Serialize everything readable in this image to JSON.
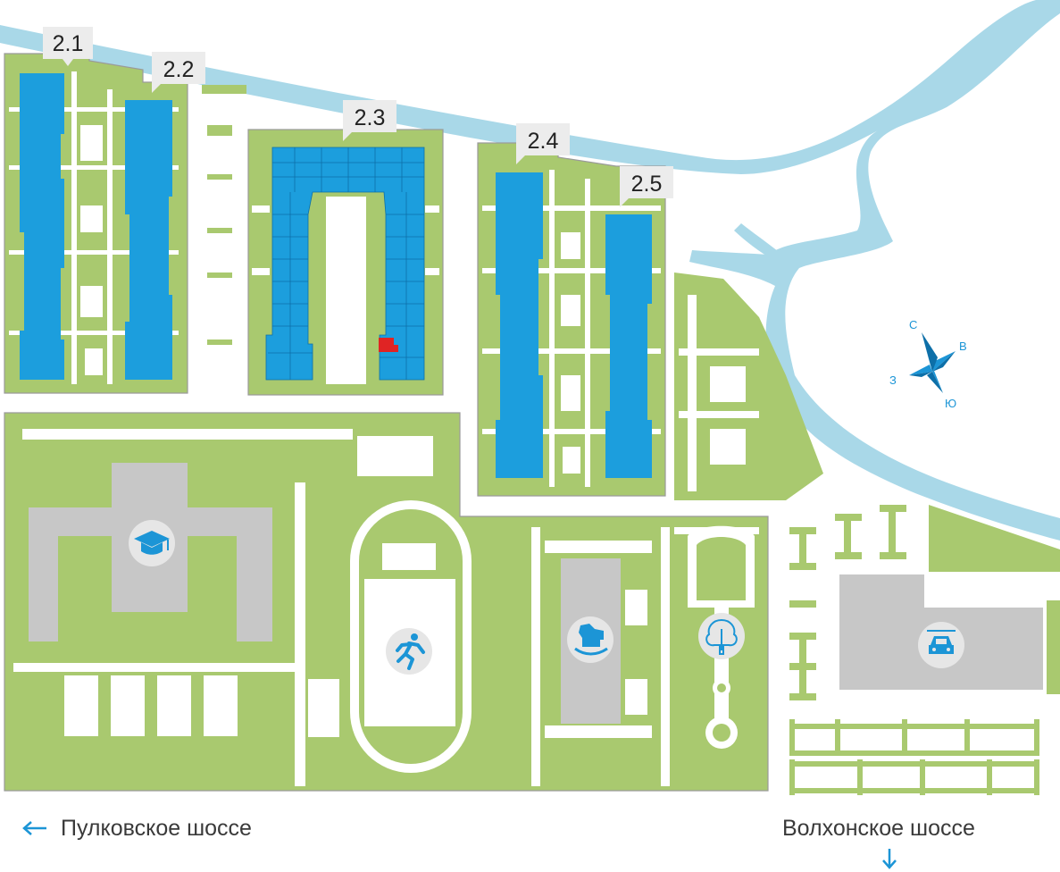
{
  "colors": {
    "green": "#a9c96f",
    "green_light": "#bcd58a",
    "path": "#ffffff",
    "building_blue": "#1c9edd",
    "building_outline": "#0d6fa8",
    "water": "#a9d8e8",
    "gray": "#c7c7c7",
    "highlight": "#e02424",
    "accent": "#1c95d6",
    "label_bg": "#ececec"
  },
  "buildings": [
    {
      "label": "2.1"
    },
    {
      "label": "2.2"
    },
    {
      "label": "2.3"
    },
    {
      "label": "2.4"
    },
    {
      "label": "2.5"
    }
  ],
  "compass": {
    "north": "С",
    "east": "В",
    "south": "Ю",
    "west": "З"
  },
  "poi_icons": [
    "graduation-cap-icon",
    "runner-icon",
    "rocking-horse-icon",
    "tree-icon",
    "car-icon"
  ],
  "roads": {
    "left": "Пулковское шоссе",
    "right": "Волхонское шоссе"
  }
}
